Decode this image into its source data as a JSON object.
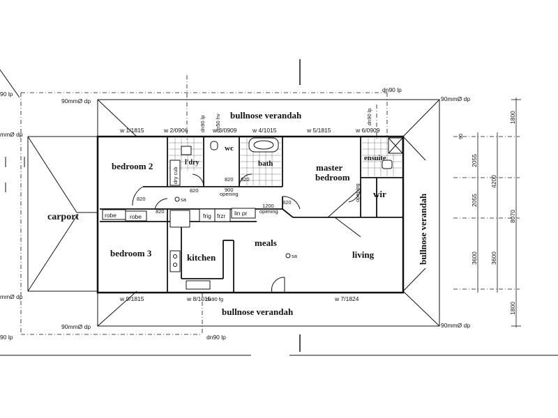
{
  "rooms": {
    "carport": "carport",
    "bedroom2": "bedroom 2",
    "bedroom3": "bedroom 3",
    "kitchen": "kitchen",
    "meals": "meals",
    "living": "living",
    "master_line1": "master",
    "master_line2": "bedroom",
    "wir": "wir",
    "ensuite": "ensuite",
    "bath": "bath",
    "wc": "wc",
    "ldry": "l'dry",
    "verandah_top": "bullnose verandah",
    "verandah_bottom": "bullnose verandah",
    "verandah_right": "bullnose verandah"
  },
  "fixtures": {
    "robe1": "robe",
    "robe2": "robe",
    "frig": "frig",
    "frzr": "frzr",
    "lin_pr": "lin pr",
    "dry_cub": "dry cub",
    "sa1": "sa",
    "sa2": "sa",
    "opening1": "opening",
    "opening2": "opening",
    "wir_opening": "opening"
  },
  "windows": {
    "w1": "w 1/1815",
    "w2": "w 2/0906",
    "w3": "w 3/0909",
    "w4": "w 4/1015",
    "w5": "w 5/1815",
    "w6": "w 6/0909",
    "w7": "w 7/1824",
    "w8": "w 8/1015",
    "w9": "w 9/1815"
  },
  "door_widths": {
    "d820a": "820",
    "d820b": "820",
    "d820c": "820",
    "d820d": "820",
    "d820e": "820",
    "d820f": "820",
    "d900": "900",
    "d1200": "1200"
  },
  "downpipes": {
    "dn90_top": "dn90 lp",
    "dn90_bottom": "dn90 lp",
    "dn90_bath": "dn90 lp",
    "dn50_hv": "dn50 hv",
    "dn90_ensuite": "dn90 lp",
    "dn90_fg": "dn90 fg",
    "dp_top_left": "90mmØ dp",
    "dp_top_right": "90mmØ dp",
    "dp_bottom_left": "90mmØ dp",
    "dp_bottom_right": "90mmØ dp",
    "dp_edge_top": "mmØ dp",
    "dp_edge_bottom": "mmØ dp",
    "lp_edge_top": "90 lp",
    "lp_edge_bottom": "90 lp"
  },
  "dimensions": {
    "top": "1800",
    "bottom": "1800",
    "seg1": "2055",
    "seg2": "2055",
    "seg3": "3600",
    "seg3b": "3600",
    "mid": "4200",
    "total": "8070",
    "wall90": "90"
  }
}
